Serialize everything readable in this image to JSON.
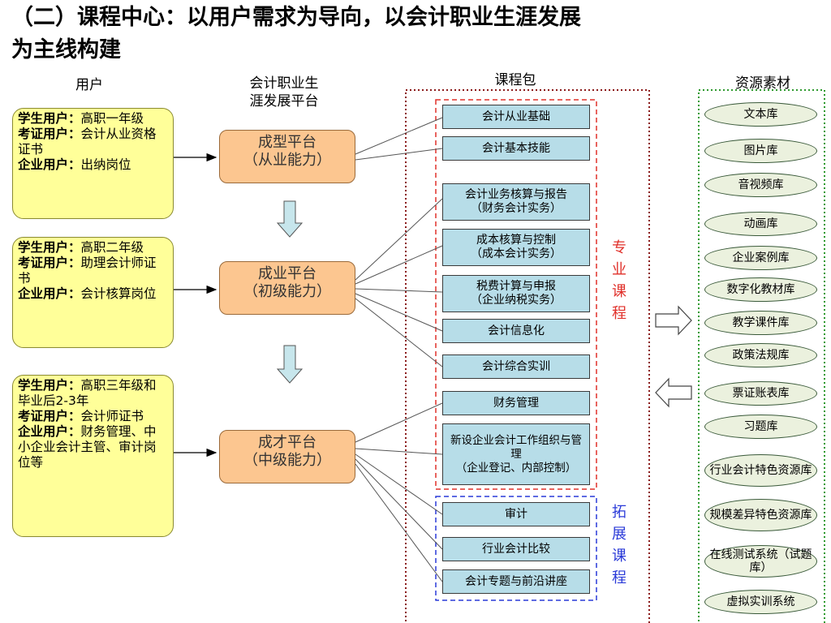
{
  "title": {
    "line1": "（二）课程中心：以用户需求为导向，以会计职业生涯发展",
    "line2": "为主线构建"
  },
  "columns": {
    "users": "用户",
    "platform_line1": "会计职业生",
    "platform_line2": "涯发展平台",
    "courses": "课程包",
    "resources": "资源素材"
  },
  "users": [
    {
      "student_label": "学生用户：",
      "student_text": "高职一年级",
      "cert_label": "考证用户：",
      "cert_text": "会计从业资格证书",
      "enterprise_label": "企业用户：",
      "enterprise_text": "出纳岗位"
    },
    {
      "student_label": "学生用户：",
      "student_text": "高职二年级",
      "cert_label": "考证用户：",
      "cert_text": "助理会计师证书",
      "enterprise_label": "企业用户：",
      "enterprise_text": "会计核算岗位"
    },
    {
      "student_label": "学生用户：",
      "student_text": "高职三年级和毕业后2-3年",
      "cert_label": "考证用户：",
      "cert_text": "会计师证书",
      "enterprise_label": "企业用户：",
      "enterprise_text": "财务管理、中小企业会计主管、审计岗位等"
    }
  ],
  "platforms": [
    {
      "name": "成型平台",
      "ability": "（从业能力）"
    },
    {
      "name": "成业平台",
      "ability": "（初级能力）"
    },
    {
      "name": "成才平台",
      "ability": "（中级能力）"
    }
  ],
  "courses": [
    {
      "line1": "会计从业基础",
      "line2": ""
    },
    {
      "line1": "会计基本技能",
      "line2": ""
    },
    {
      "line1": "会计业务核算与报告",
      "line2": "（财务会计实务）"
    },
    {
      "line1": "成本核算与控制",
      "line2": "（成本会计实务）"
    },
    {
      "line1": "税费计算与申报",
      "line2": "（企业纳税实务）"
    },
    {
      "line1": "会计信息化",
      "line2": ""
    },
    {
      "line1": "会计综合实训",
      "line2": ""
    },
    {
      "line1": "财务管理",
      "line2": ""
    },
    {
      "line1": "新设企业会计工作组织与管理",
      "line2": "（企业登记、内部控制）"
    },
    {
      "line1": "审计",
      "line2": ""
    },
    {
      "line1": "行业会计比较",
      "line2": ""
    },
    {
      "line1": "会计专题与前沿讲座",
      "line2": ""
    }
  ],
  "groups": {
    "professional": [
      "专",
      "业",
      "课",
      "程"
    ],
    "extended": [
      "拓",
      "展",
      "课",
      "程"
    ]
  },
  "resources": [
    "文本库",
    "图片库",
    "音视频库",
    "动画库",
    "企业案例库",
    "数字化教材库",
    "教学课件库",
    "政策法规库",
    "票证账表库",
    "习题库",
    "行业会计特色资源库",
    "规模差异特色资源库",
    "在线测试系统（试题库）",
    "虚拟实训系统"
  ],
  "colors": {
    "user_fill": "#ffff99",
    "platform_fill": "#fcc690",
    "course_fill": "#b7dde8",
    "resource_fill": "#ebf1de",
    "professional_border": "#e0302a",
    "extended_border": "#2a3ad8",
    "package_border": "#8b1a1a",
    "resource_border": "#2e9a2e"
  }
}
